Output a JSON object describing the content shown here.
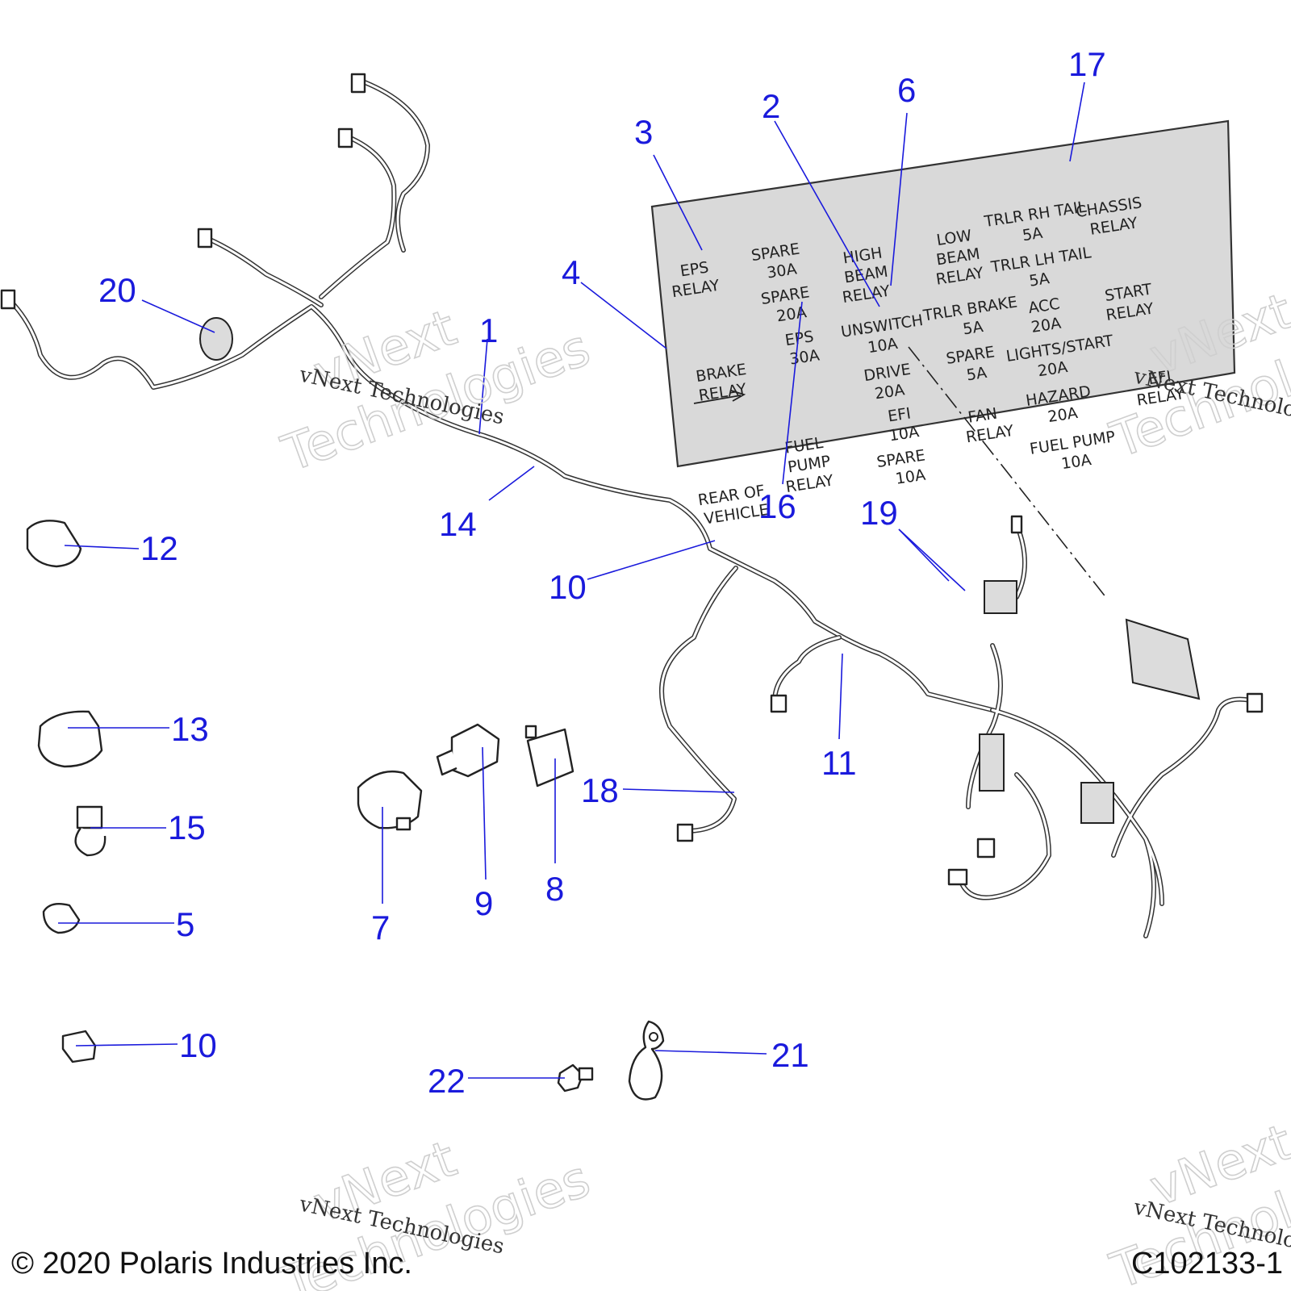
{
  "callouts": {
    "c1": "1",
    "c2": "2",
    "c3": "3",
    "c4": "4",
    "c5": "5",
    "c6": "6",
    "c7": "7",
    "c8": "8",
    "c9": "9",
    "c10a": "10",
    "c10b": "10",
    "c11": "11",
    "c12": "12",
    "c13": "13",
    "c14": "14",
    "c15": "15",
    "c16": "16",
    "c17": "17",
    "c18": "18",
    "c19": "19",
    "c20": "20",
    "c21": "21",
    "c22": "22"
  },
  "fuse_label": {
    "eps_relay_1": "EPS",
    "eps_relay_2": "RELAY",
    "spare30_1": "SPARE",
    "spare30_2": "30A",
    "spare20_1": "SPARE",
    "spare20_2": "20A",
    "eps30_1": "EPS",
    "eps30_2": "30A",
    "brake_relay_1": "BRAKE",
    "brake_relay_2": "RELAY",
    "high_beam_1": "HIGH",
    "high_beam_2": "BEAM",
    "high_beam_3": "RELAY",
    "unswitch_1": "UNSWITCH",
    "unswitch_2": "10A",
    "drive_1": "DRIVE",
    "drive_2": "20A",
    "efi10_1": "EFI",
    "efi10_2": "10A",
    "spare10_1": "SPARE",
    "spare10_2": "10A",
    "fuel_pump_relay_1": "FUEL",
    "fuel_pump_relay_2": "PUMP",
    "fuel_pump_relay_3": "RELAY",
    "rear_1": "REAR OF",
    "rear_2": "VEHICLE",
    "low_beam_1": "LOW",
    "low_beam_2": "BEAM",
    "low_beam_3": "RELAY",
    "trlr_brake_1": "TRLR BRAKE",
    "trlr_brake_2": "5A",
    "spare5_1": "SPARE",
    "spare5_2": "5A",
    "fan_relay_1": "FAN",
    "fan_relay_2": "RELAY",
    "trlr_rh_1": "TRLR RH TAIL",
    "trlr_rh_2": "5A",
    "trlr_lh_1": "TRLR LH TAIL",
    "trlr_lh_2": "5A",
    "acc_1": "ACC",
    "acc_2": "20A",
    "lights_1": "LIGHTS/START",
    "lights_2": "20A",
    "hazard_1": "HAZARD",
    "hazard_2": "20A",
    "fuel_pump10_1": "FUEL PUMP",
    "fuel_pump10_2": "10A",
    "chassis_1": "CHASSIS",
    "chassis_2": "RELAY",
    "start_relay_1": "START",
    "start_relay_2": "RELAY",
    "efi_relay_1": "EFI",
    "efi_relay_2": "RELAY"
  },
  "watermark": {
    "small": "vNext Technologies",
    "big_1": "vNext",
    "big_2": "Technologies"
  },
  "footer": {
    "copyright": "© 2020 Polaris Industries Inc.",
    "figure_id": "C102133-1"
  },
  "colors": {
    "callout": "#1a1adc",
    "label_panel": "#d9d9d9",
    "line": "#222222"
  }
}
